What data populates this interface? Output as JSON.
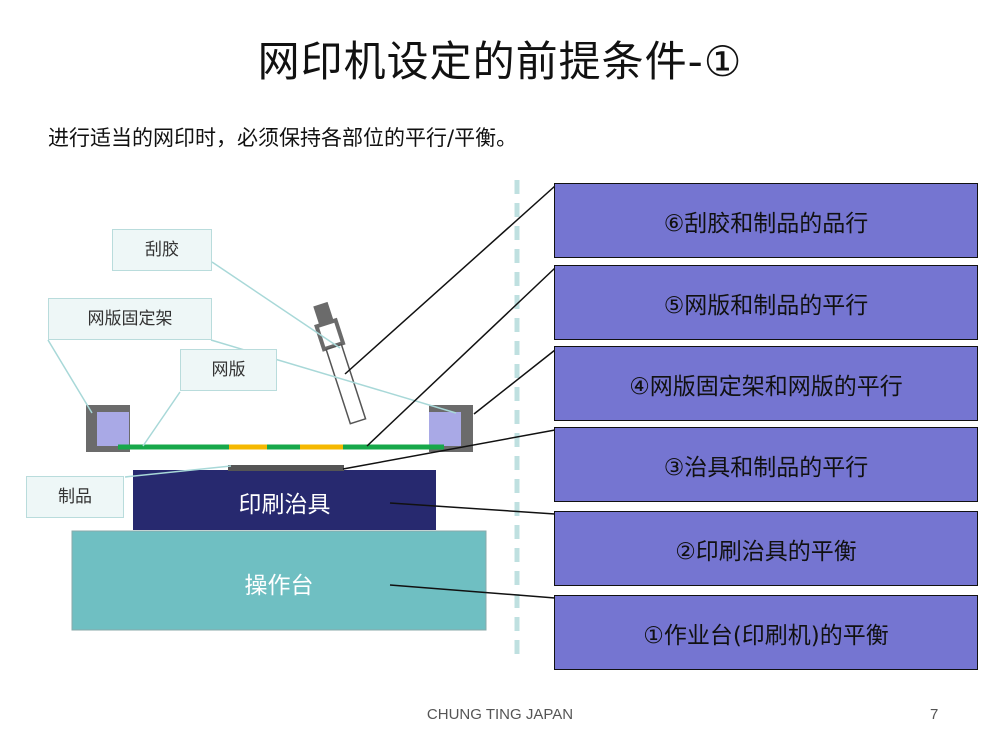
{
  "title": "网印机设定的前提条件-①",
  "subtitle": "进行适当的网印时，必须保持各部位的平行/平衡。",
  "callouts": {
    "squeegee": "刮胶",
    "frame_holder": "网版固定架",
    "screen": "网版",
    "product": "制品"
  },
  "blocks": {
    "jig": "印刷治具",
    "table": "操作台"
  },
  "conditions": [
    "⑥刮胶和制品的品行",
    "⑤网版和制品的平行",
    "④网版固定架和网版的平行",
    "③治具和制品的平行",
    "②印刷治具的平衡",
    "①作业台(印刷机)的平衡"
  ],
  "colors": {
    "condition_box": "#7575d1",
    "jig": "#27296f",
    "table": "#6fbfc2",
    "frame_holder_outer": "#6b6b6b",
    "frame_holder_inner": "#a9a9e6",
    "screen_mesh": "#17a84a",
    "screen_emulsion": "#f5b800",
    "divider": "#bfe0e0"
  },
  "footer": {
    "company": "CHUNG TING JAPAN",
    "page": "7"
  }
}
